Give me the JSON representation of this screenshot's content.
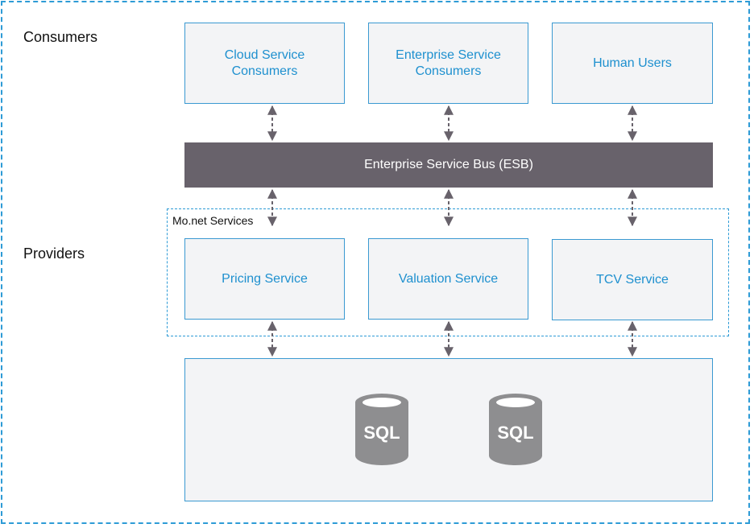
{
  "consumers_label": "Consumers",
  "providers_label": "Providers",
  "consumers": [
    {
      "label": "Cloud Service\nConsumers"
    },
    {
      "label": "Enterprise Service\nConsumers"
    },
    {
      "label": "Human Users"
    }
  ],
  "esb_label": "Enterprise Service Bus (ESB)",
  "services_group_label": "Mo.net Services",
  "services": [
    {
      "label": "Pricing Service"
    },
    {
      "label": "Valuation Service"
    },
    {
      "label": "TCV Service"
    }
  ],
  "databases": [
    {
      "label": "SQL"
    },
    {
      "label": "SQL"
    }
  ],
  "colors": {
    "accent": "#2e9bd6",
    "box_text": "#1e90cf",
    "box_fill": "#f3f4f6",
    "esb_fill": "#68626b",
    "arrow": "#68626b",
    "db_fill": "#8e8e90"
  }
}
